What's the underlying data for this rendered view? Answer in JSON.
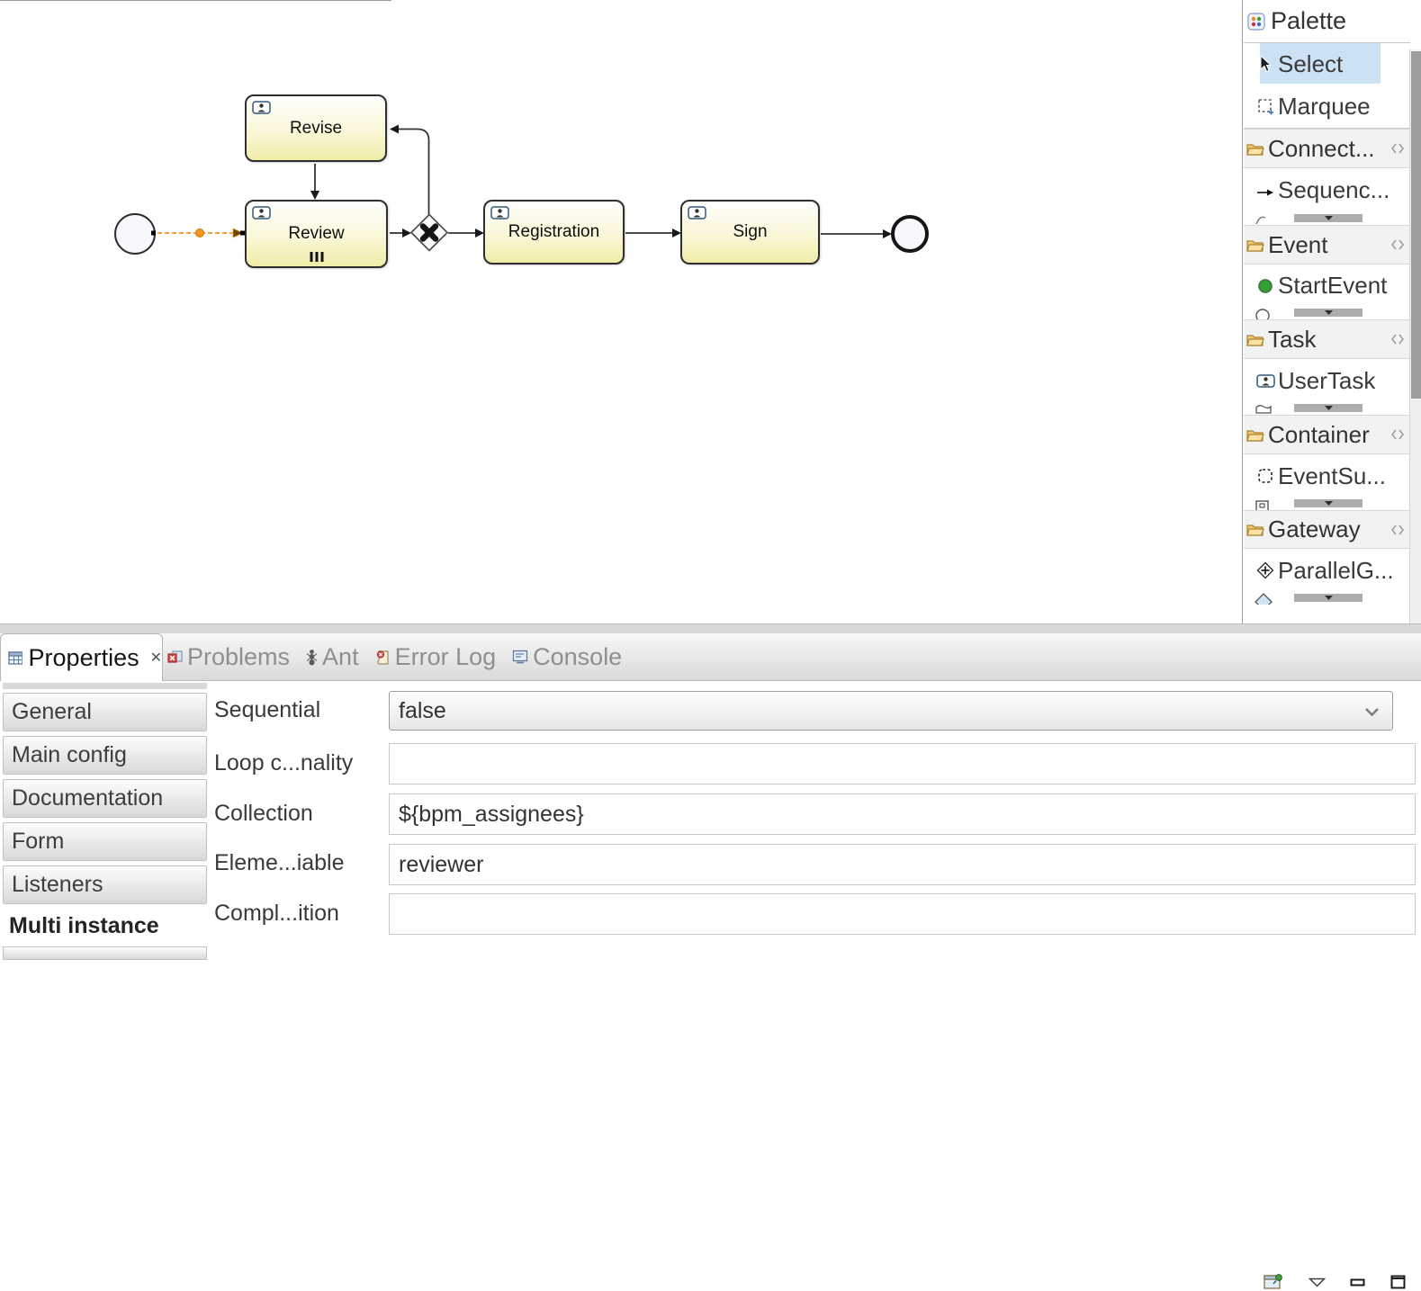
{
  "diagram": {
    "nodes": {
      "revise": {
        "label": "Revise",
        "type": "user-task"
      },
      "review": {
        "label": "Review",
        "type": "user-task",
        "marker": "multi-instance-parallel"
      },
      "registration": {
        "label": "Registration",
        "type": "user-task"
      },
      "sign": {
        "label": "Sign",
        "type": "user-task"
      }
    },
    "colors": {
      "selection_orange": "#f7941e",
      "task_fill_bottom": "#f0eca8",
      "task_border": "#2e2e2e",
      "start_event_icon_green": "#2fa32f",
      "palette_highlight_blue": "#cde1f5"
    }
  },
  "palette": {
    "title": "Palette",
    "tools": [
      {
        "label": "Select",
        "selected": true
      },
      {
        "label": "Marquee"
      }
    ],
    "sections": [
      {
        "label": "Connect...",
        "items": [
          {
            "label": "Sequenc..."
          }
        ]
      },
      {
        "label": "Event",
        "items": [
          {
            "label": "StartEvent"
          }
        ]
      },
      {
        "label": "Task",
        "items": [
          {
            "label": "UserTask"
          }
        ]
      },
      {
        "label": "Container",
        "items": [
          {
            "label": "EventSu..."
          }
        ]
      },
      {
        "label": "Gateway",
        "items": [
          {
            "label": "ParallelG..."
          }
        ]
      }
    ]
  },
  "bottom_panel": {
    "tabs": [
      {
        "label": "Properties"
      },
      {
        "label": "Problems"
      },
      {
        "label": "Ant"
      },
      {
        "label": "Error Log"
      },
      {
        "label": "Console"
      }
    ],
    "active_tab": "Properties",
    "sidebar": {
      "items": [
        "General",
        "Main config",
        "Documentation",
        "Form",
        "Listeners",
        "Multi instance"
      ],
      "active": "Multi instance"
    },
    "form": {
      "fields": [
        {
          "label": "Sequential",
          "type": "select",
          "value": "false"
        },
        {
          "label": "Loop c...nality",
          "type": "text",
          "value": ""
        },
        {
          "label": "Collection",
          "type": "text",
          "value": "${bpm_assignees}"
        },
        {
          "label": "Eleme...iable",
          "type": "text",
          "value": "reviewer"
        },
        {
          "label": "Compl...ition",
          "type": "text",
          "value": ""
        }
      ]
    }
  }
}
